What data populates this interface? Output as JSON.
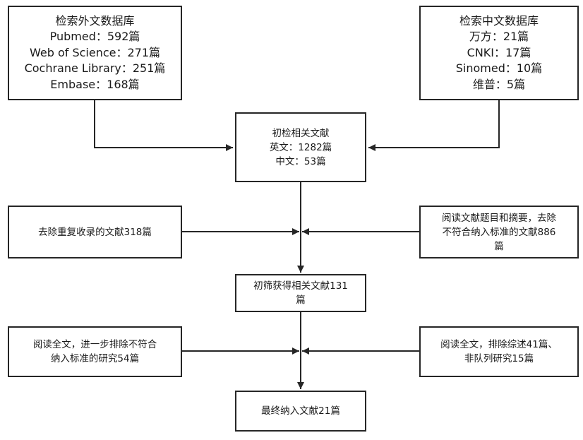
{
  "diagram": {
    "foreign_db": {
      "title": "检索外文数据库",
      "lines": [
        "Pubmed：592篇",
        "Web of Science：271篇",
        "Cochrane Library：251篇",
        "Embase：168篇"
      ]
    },
    "chinese_db": {
      "title": "检索中文数据库",
      "lines": [
        "万方：21篇",
        "CNKI：17篇",
        "Sinomed：10篇",
        "维普：5篇"
      ]
    },
    "initial": {
      "title": "初检相关文献",
      "lines": [
        "英文：1282篇",
        "中文：53篇"
      ]
    },
    "dedup": {
      "text": "去除重复收录的文献318篇"
    },
    "abstract_excl": {
      "lines": [
        "阅读文献题目和摘要，去除",
        "不符合纳入标准的文献886",
        "篇"
      ]
    },
    "prelim": {
      "lines": [
        "初筛获得相关文献131",
        "篇"
      ]
    },
    "fulltext_excl_left": {
      "lines": [
        "阅读全文，进一步排除不符合",
        "纳入标准的研究54篇"
      ]
    },
    "fulltext_excl_right": {
      "lines": [
        "阅读全文，排除综述41篇、",
        "非队列研究15篇"
      ]
    },
    "final": {
      "text": "最终纳入文献21篇"
    }
  }
}
